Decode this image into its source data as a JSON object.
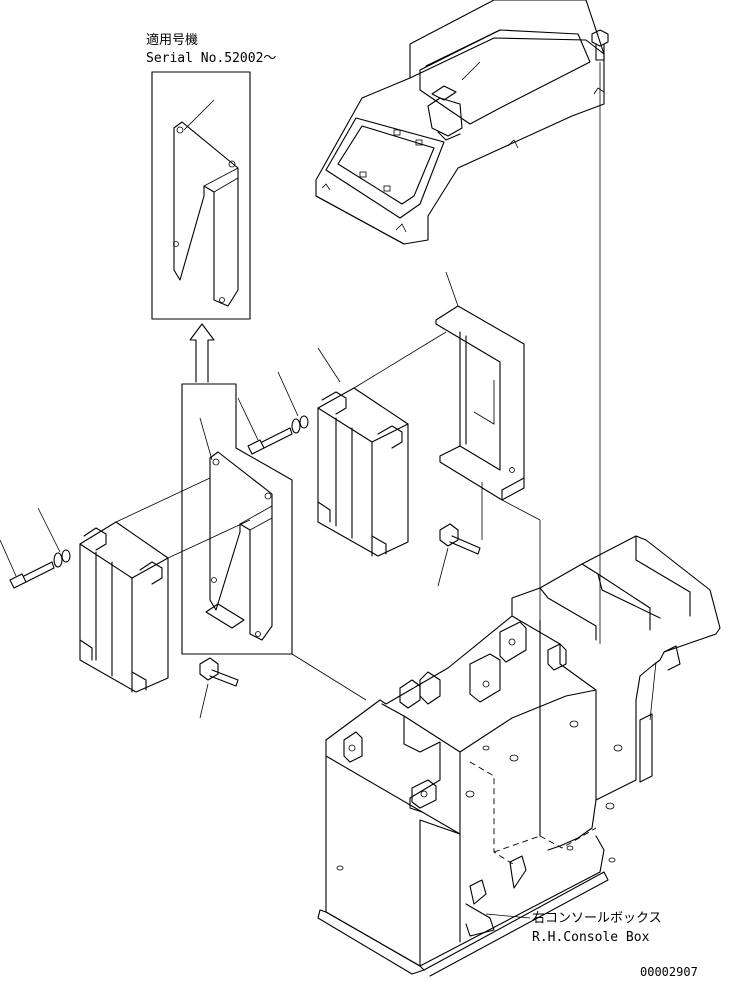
{
  "variant_note": {
    "line1": "適用号機",
    "line2": "Serial No.52002～"
  },
  "console_label": {
    "line1": "右コンソールボックス",
    "line2": "R.H.Console Box"
  },
  "drawing_number": "00002907"
}
